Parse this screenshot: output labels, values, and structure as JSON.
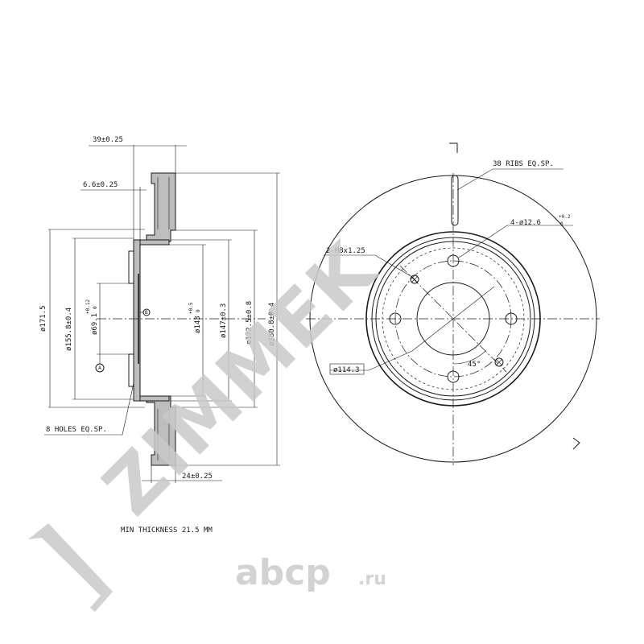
{
  "watermark": {
    "brand": "ZIMMEK",
    "shop": "abcp",
    "shop_domain": ".ru"
  },
  "section_view": {
    "dims": {
      "total_width": "39±0.25",
      "hat_thickness": "6.6±0.25",
      "pcd_diameter": "ø171.5",
      "pilot_diameter": "ø155.8±0.4",
      "center_bore": "ø69.1",
      "center_bore_tol_upper": "+0.12",
      "center_bore_tol_lower": "0",
      "hat_inner": "ø143",
      "hat_inner_tol_upper": "+0.5",
      "hat_inner_tol_lower": "0",
      "hat_outer": "ø147±0.3",
      "friction_inner": "ø172.5±0.8",
      "outer_diameter": "ø280.8±0.4",
      "disc_thickness": "24±0.25",
      "holes_note": "8 HOLES EQ.SP.",
      "datum_a": "A",
      "datum_b": "B"
    },
    "min_thickness": "MIN THICKNESS 21.5 MM"
  },
  "front_view": {
    "ribs_note": "38 RIBS EQ.SP.",
    "bolt_holes": "4-ø12.6",
    "bolt_holes_tol_upper": "+0.2",
    "bolt_holes_tol_lower": "0",
    "threaded_holes": "2-M8x1.25",
    "bolt_circle": "ø114.3",
    "angle": "45°"
  }
}
